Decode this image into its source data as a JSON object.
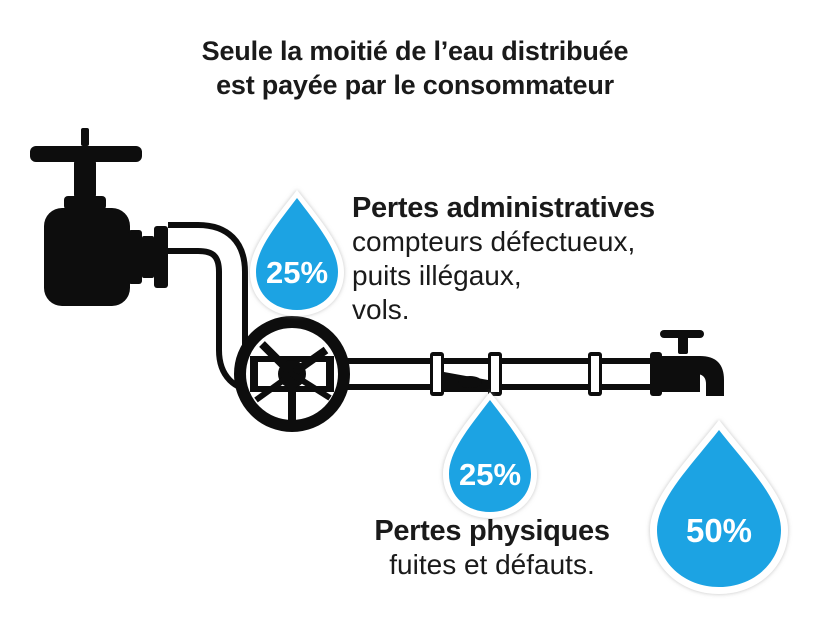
{
  "title": {
    "line1": "Seule la moitié de l’eau distribuée",
    "line2": "est payée par le consommateur"
  },
  "admin_losses": {
    "heading": "Pertes administratives",
    "lines": [
      "compteurs défectueux,",
      "puits illégaux,",
      "vols."
    ],
    "percent": "25%"
  },
  "physical_losses": {
    "heading": "Pertes physiques",
    "lines": [
      "fuites et défauts."
    ],
    "percent": "25%"
  },
  "paid": {
    "percent": "50%"
  },
  "colors": {
    "drop": "#1aa3e3",
    "pipe": "#0d0d0d"
  },
  "icons": [
    "valve-icon",
    "pipe-icon",
    "wheel-valve-icon",
    "faucet-icon",
    "water-drop-icon"
  ]
}
